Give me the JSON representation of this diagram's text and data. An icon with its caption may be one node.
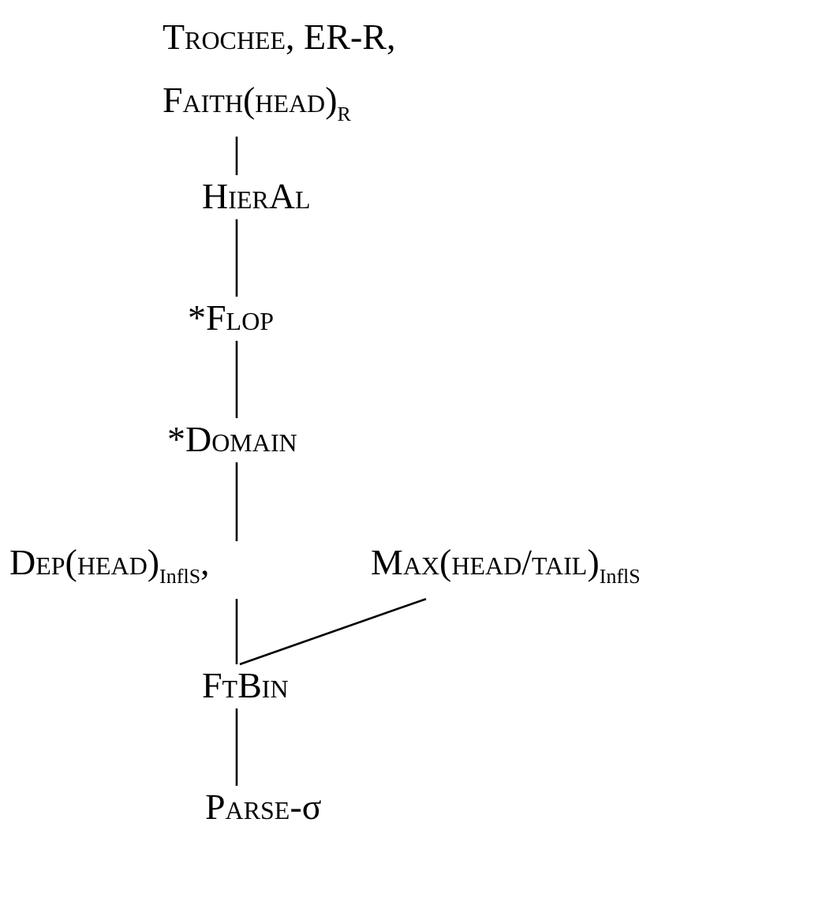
{
  "diagram": {
    "nodes": [
      {
        "text": [
          "Trochee, ER-R, Faith(head)$_{R}$"
        ]
      },
      {
        "text": [
          "HierAl"
        ]
      },
      {
        "text": [
          "*Flop"
        ]
      },
      {
        "text": [
          "*Domain"
        ]
      },
      {
        "text": [
          "Dep(head)$_{InflS}$,"
        ]
      },
      {
        "text": [
          "Max(head/tail)$_{InflS}$"
        ]
      },
      {
        "text": [
          "FtBin"
        ]
      },
      {
        "text": [
          "Parse-σ"
        ]
      }
    ],
    "edges": [
      {
        "from": 0,
        "to": 1,
        "arrow": "none"
      },
      {
        "from": 1,
        "to": 2,
        "arrow": "none"
      },
      {
        "from": 2,
        "to": 3,
        "arrow": "none"
      },
      {
        "from": 3,
        "to": 4,
        "arrow": "none"
      },
      {
        "from": 4,
        "to": 6,
        "arrow": "none"
      },
      {
        "from": 5,
        "to": 6,
        "arrow": "none"
      },
      {
        "from": 6,
        "to": 7,
        "arrow": "none"
      }
    ]
  }
}
